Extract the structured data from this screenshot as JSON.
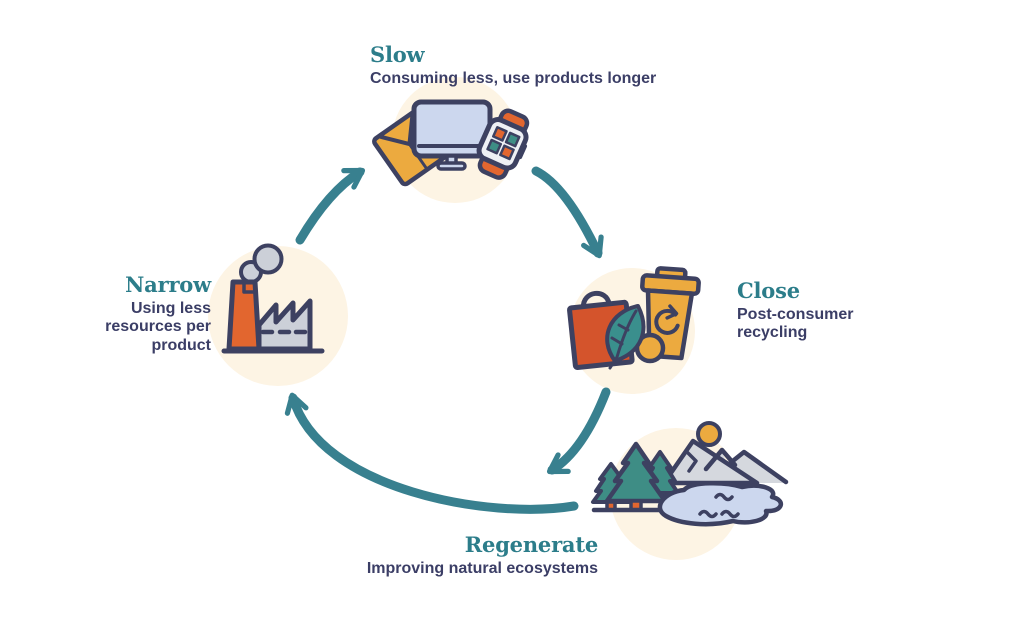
{
  "diagram": {
    "type": "circular-economy-cycle",
    "direction": "clockwise",
    "stages": [
      {
        "id": "slow",
        "label": "Slow",
        "description": "Consuming less, use products longer",
        "icon": "devices-icon",
        "position": "top"
      },
      {
        "id": "close",
        "label": "Close",
        "description": "Post-consumer recycling",
        "icon": "recyclables-icon",
        "position": "right"
      },
      {
        "id": "regenerate",
        "label": "Regenerate",
        "description": "Improving natural ecosystems",
        "icon": "landscape-icon",
        "position": "bottom"
      },
      {
        "id": "narrow",
        "label": "Narrow",
        "description": "Using less resources per product",
        "icon": "factory-icon",
        "position": "left"
      }
    ],
    "arrows": [
      {
        "from": "Narrow",
        "to": "Slow"
      },
      {
        "from": "Slow",
        "to": "Close"
      },
      {
        "from": "Close",
        "to": "Regenerate"
      },
      {
        "from": "Regenerate",
        "to": "Narrow"
      }
    ],
    "colors": {
      "heading_teal": "#2c7d8a",
      "body_navy": "#3b3e66",
      "arrow_teal": "#38808f",
      "icon_outline_navy": "#3d4161",
      "accent_orange": "#e2662f",
      "accent_red_orange": "#d4542c",
      "accent_yellow": "#ecaa3f",
      "accent_teal": "#3e8d85",
      "light_periwinkle": "#ccd7ee",
      "light_gray": "#ccd0d8",
      "circle_cream": "#fdf4e4",
      "background": "#ffffff"
    }
  }
}
